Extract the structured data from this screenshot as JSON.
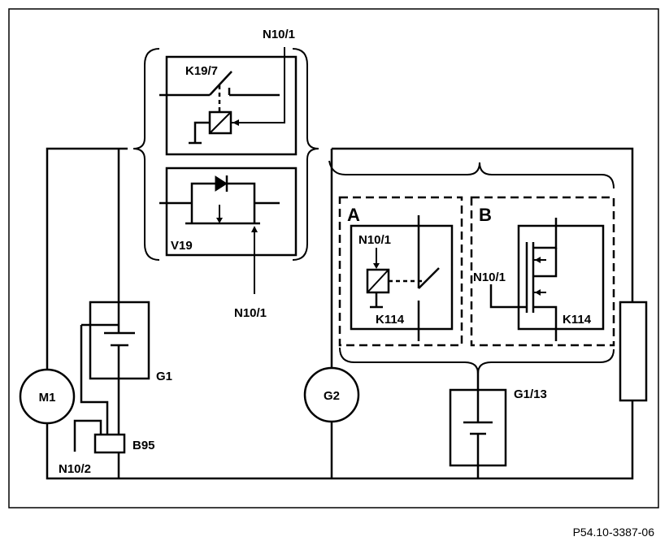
{
  "labels": {
    "n10_1_top": "N10/1",
    "k19_7": "K19/7",
    "v19": "V19",
    "n10_1_mid": "N10/1",
    "m1": "M1",
    "g1": "G1",
    "b95": "B95",
    "n10_2": "N10/2",
    "g2": "G2",
    "section_a": "A",
    "section_b": "B",
    "n10_1_a": "N10/1",
    "k114_a": "K114",
    "n10_1_b": "N10/1",
    "k114_b": "K114",
    "g1_13": "G1/13"
  },
  "caption": "P54.10-3387-06",
  "colors": {
    "line": "#000000",
    "background": "#ffffff"
  }
}
